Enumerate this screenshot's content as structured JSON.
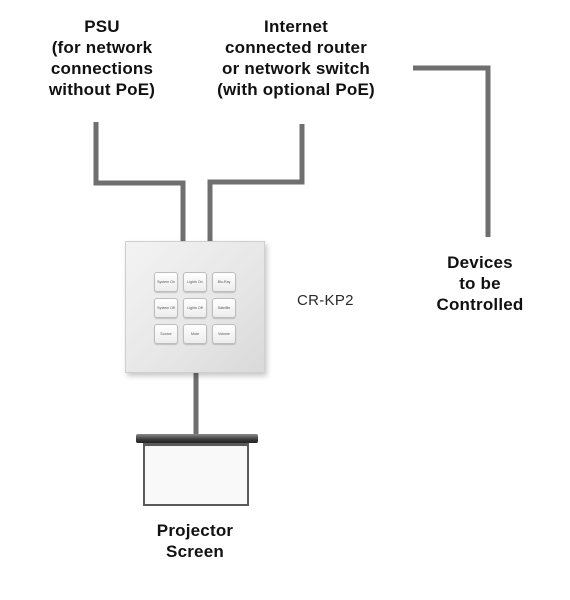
{
  "labels": {
    "psu": [
      "PSU",
      "(for network",
      "connections",
      "without PoE)"
    ],
    "router": [
      "Internet",
      "connected router",
      "or network switch",
      "(with optional PoE)"
    ],
    "devices": [
      "Devices",
      "to be",
      "Controlled"
    ],
    "screen": [
      "Projector",
      "Screen"
    ]
  },
  "keypad": {
    "model": "CR-KP2",
    "keys": [
      "System On",
      "Lights On",
      "Blu-Ray",
      "System Off",
      "Lights Off",
      "Satellite",
      "Source",
      "Mute",
      "Volume"
    ]
  },
  "colors": {
    "wire": "#6f6f6f",
    "text": "#111111"
  }
}
